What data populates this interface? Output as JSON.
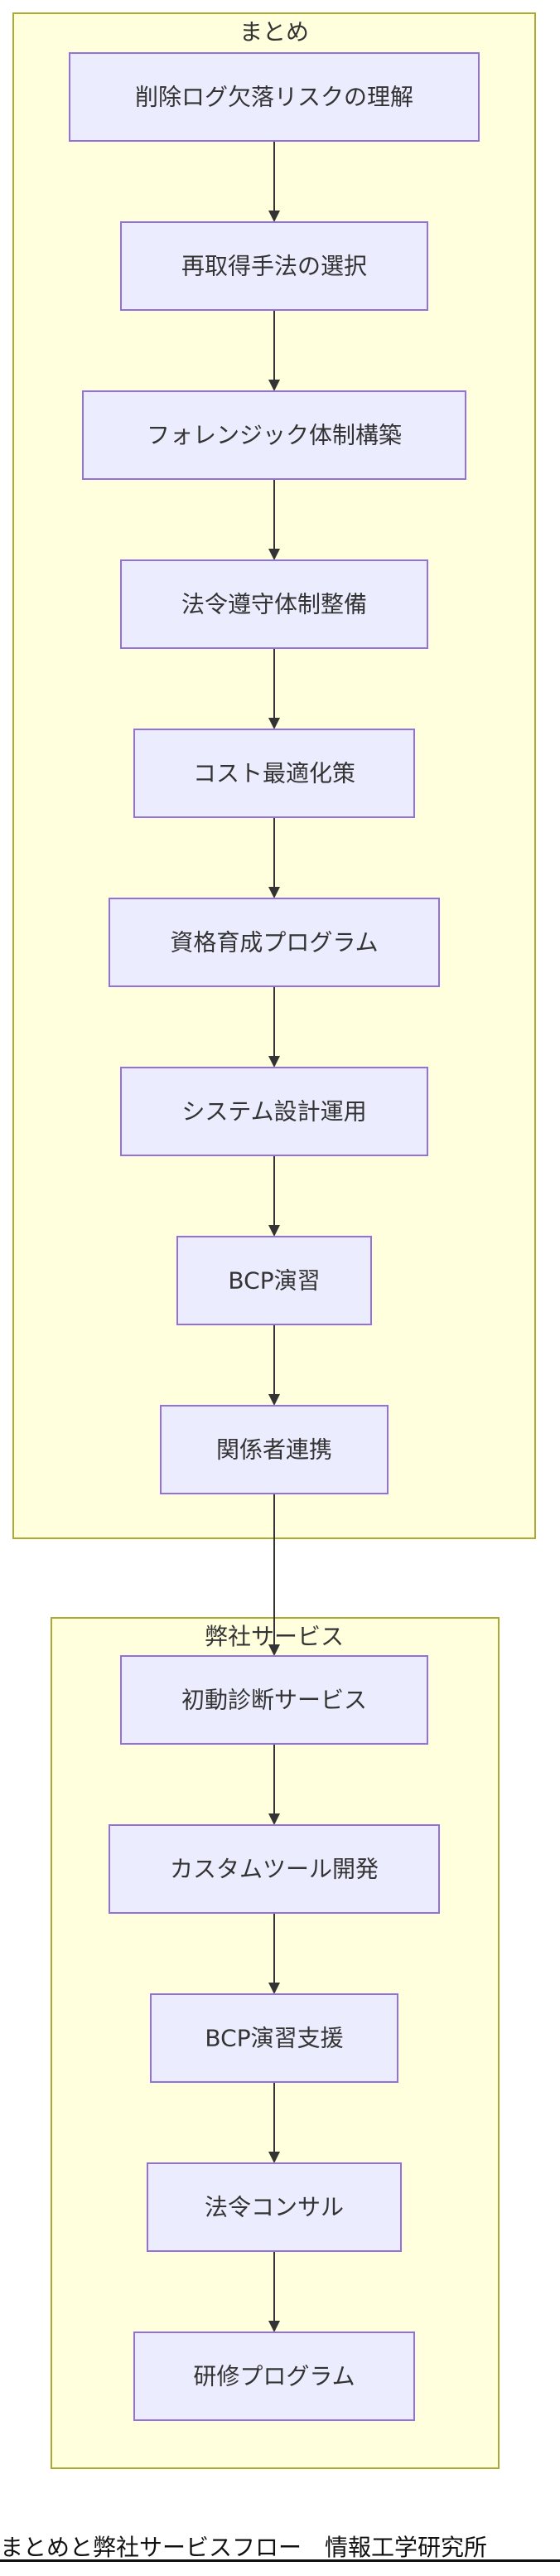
{
  "groups": [
    {
      "title": "まとめ",
      "nodes": [
        "削除ログ欠落リスクの理解",
        "再取得手法の選択",
        "フォレンジック体制構築",
        "法令遵守体制整備",
        "コスト最適化策",
        "資格育成プログラム",
        "システム設計運用",
        "BCP演習",
        "関係者連携"
      ]
    },
    {
      "title": "弊社サービス",
      "nodes": [
        "初動診断サービス",
        "カスタムツール開発",
        "BCP演習支援",
        "法令コンサル",
        "研修プログラム"
      ]
    }
  ],
  "footer": {
    "caption": "まとめと弊社サービスフロー　情報工学研究所"
  },
  "colors": {
    "group_fill": "#ffffde",
    "group_stroke": "#aaaa33",
    "node_fill": "#ececff",
    "node_stroke": "#9370db",
    "edge": "#333333"
  }
}
